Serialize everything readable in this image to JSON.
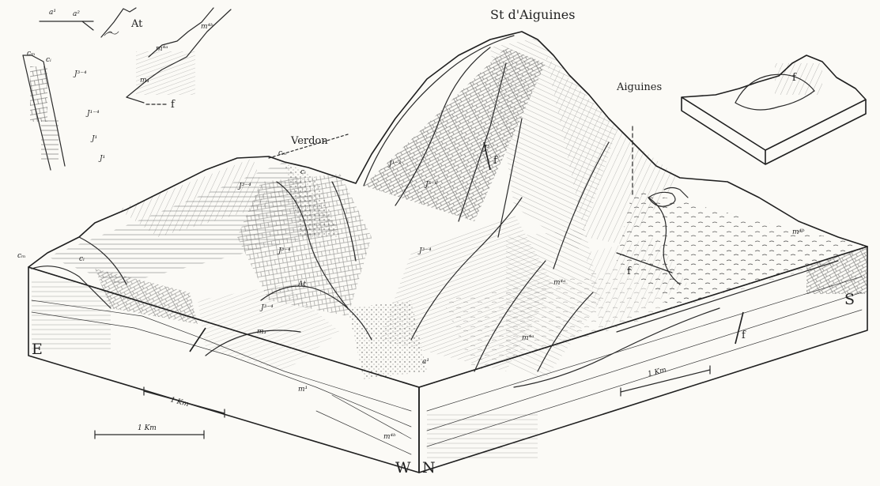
{
  "labels": {
    "summit": "St d'Aiguines",
    "town": "Aiguines",
    "river": "Verdon",
    "dir_east": "E",
    "dir_south": "S",
    "dir_west": "W",
    "dir_north": "N",
    "scale_left_upper": "1 Km",
    "scale_left_lower": "1 Km",
    "scale_right": "1 Km",
    "at_inset": "At",
    "at_block": "At",
    "fault_legend": "f",
    "fault_1": "f",
    "fault_2": "f",
    "fault_3": "f",
    "fault_inset": "f",
    "legend_a1": "a¹",
    "legend_a2": "a²",
    "legend_m4b": "m⁴ᵇ",
    "legend_m4a": "m⁴ᵃ",
    "legend_m1": "m₁",
    "legend_j34": "J³⁻⁴",
    "legend_j14": "J¹⁻⁴",
    "legend_j1": "J¹",
    "legend_j1b": "J¹",
    "legend_cm": "cₘ",
    "legend_ci": "cᵢ",
    "block_j34_a": "J³⁻⁴",
    "block_j34_b": "J³⁻⁴",
    "block_j34_c": "J³⁻⁴",
    "block_j34_d": "J³⁻⁴",
    "block_j56": "J⁵⁻⁶",
    "block_j12": "J¹⁻²",
    "block_j3": "J³",
    "block_m4a_1": "m⁴ᵃ",
    "block_m4a_2": "m⁴ᵃ",
    "block_m4b_1": "m⁴ᵇ",
    "block_m4b_2": "m⁴ᵇ",
    "block_m1": "m₁",
    "block_m1b": "m¹",
    "block_a1": "a¹",
    "block_cm_1": "cₘ",
    "block_cm_2": "cₘ",
    "block_ci_1": "cᵢ",
    "block_ci_2": "cᵢ"
  }
}
